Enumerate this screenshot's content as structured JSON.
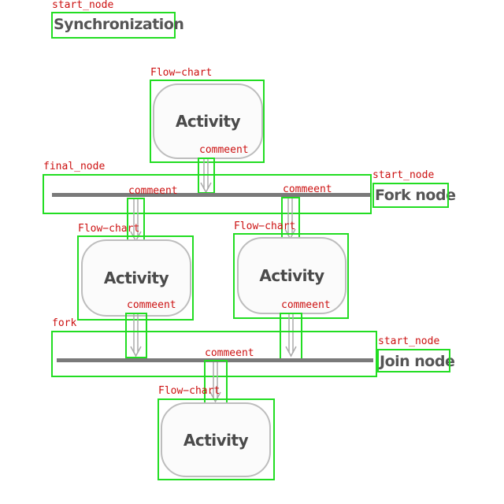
{
  "tags": {
    "start_node": "start_node",
    "flow_chart": "Flow−chart",
    "comment": "commeent",
    "final_node": "final_node",
    "fork": "fork"
  },
  "texts": {
    "synchronization": "Synchronization",
    "activity": "Activity",
    "fork_node": "Fork node",
    "join_node": "Join node"
  },
  "colors": {
    "box": "#22dd22",
    "tag": "#cc1111",
    "bar": "#7a7a7a"
  }
}
